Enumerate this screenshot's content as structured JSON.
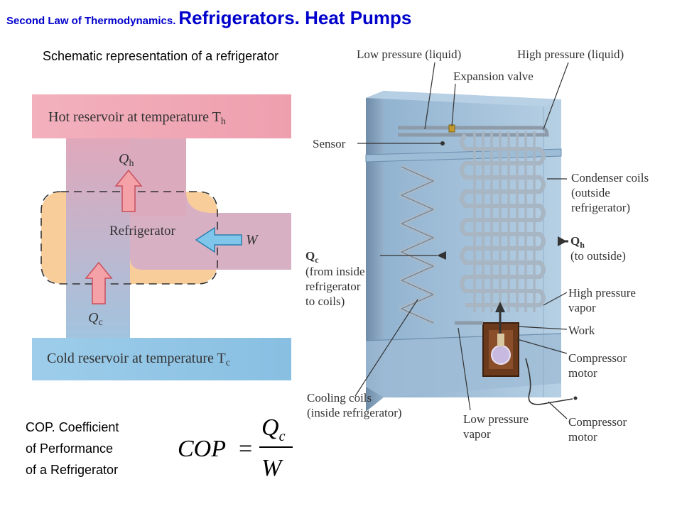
{
  "header": {
    "subtitle": "Second Law of Thermodynamics.",
    "title": "Refrigerators. Heat Pumps"
  },
  "schematic": {
    "caption": "Schematic representation of a refrigerator",
    "hot_reservoir": "Hot reservoir at temperature T",
    "hot_sub": "h",
    "cold_reservoir": "Cold reservoir at temperature T",
    "cold_sub": "c",
    "device": "Refrigerator",
    "q_hot": "Q",
    "q_hot_sub": "h",
    "q_cold": "Q",
    "q_cold_sub": "c",
    "work": "W"
  },
  "cop": {
    "line1": "COP.  Coefficient",
    "line2": "of Performance",
    "line3": "of a Refrigerator",
    "lhs": "COP",
    "eq": "=",
    "numerator": "Q",
    "numerator_sub": "c",
    "denominator": "W"
  },
  "fridge": {
    "low_pressure_liquid": "Low pressure (liquid)",
    "high_pressure_liquid": "High pressure (liquid)",
    "expansion_valve": "Expansion valve",
    "sensor": "Sensor",
    "condenser_1": "Condenser coils",
    "condenser_2": "(outside",
    "condenser_3": "refrigerator)",
    "qh": "Q",
    "qh_sub": "h",
    "qh_note": "(to outside)",
    "qc": "Q",
    "qc_sub": "c",
    "qc_note_1": "(from inside",
    "qc_note_2": "refrigerator",
    "qc_note_3": "to coils)",
    "hp_vapor_1": "High pressure",
    "hp_vapor_2": "vapor",
    "work": "Work",
    "motor_1": "Compressor",
    "motor_2": "motor",
    "cooling_1": "Cooling coils",
    "cooling_2": "(inside refrigerator)",
    "lp_vapor_1": "Low pressure",
    "lp_vapor_2": "vapor",
    "motor2_1": "Compressor",
    "motor2_2": "motor"
  },
  "colors": {
    "title": "#0000cc",
    "hot_reservoir": "#f1a6b4",
    "cold_reservoir": "#92c7e6",
    "dashed_box": "#f8cd9a",
    "arrow_heat": "#f4a1a8",
    "arrow_work": "#7fc6ea",
    "fridge_body": "#8fb3d1"
  }
}
